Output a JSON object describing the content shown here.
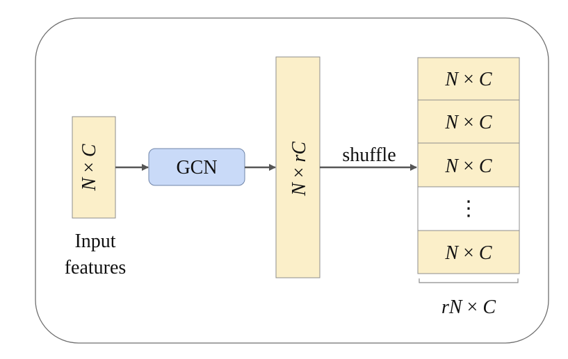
{
  "colors": {
    "frame_stroke": "#6e6e6e",
    "box_fill": "#fbefc9",
    "box_stroke": "#8c8c8c",
    "gcn_fill": "#c9daf8",
    "gcn_stroke": "#6f84a8",
    "arrow": "#555555",
    "text": "#111111",
    "white_block": "#ffffff"
  },
  "input": {
    "box_label": {
      "var1": "N",
      "times": "×",
      "var2": "C"
    },
    "caption_line1": "Input",
    "caption_line2": "features"
  },
  "gcn": {
    "label": "GCN"
  },
  "middle": {
    "box_label": {
      "var1": "N",
      "times": "×",
      "r": "r",
      "var2": "C"
    }
  },
  "shuffle": {
    "label": "shuffle"
  },
  "output": {
    "blocks": [
      {
        "var1": "N",
        "times": "×",
        "var2": "C"
      },
      {
        "var1": "N",
        "times": "×",
        "var2": "C"
      },
      {
        "var1": "N",
        "times": "×",
        "var2": "C"
      },
      {
        "ellipsis": "⋮"
      },
      {
        "var1": "N",
        "times": "×",
        "var2": "C"
      }
    ],
    "caption": {
      "r": "r",
      "var1": "N",
      "times": "×",
      "var2": "C"
    }
  }
}
